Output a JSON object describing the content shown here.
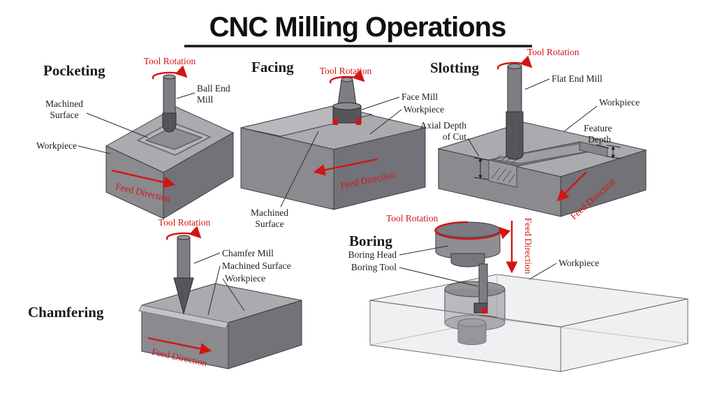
{
  "title": "CNC Milling Operations",
  "colors": {
    "accent_red": "#D41414",
    "ink": "#1B1B1D",
    "block_light": "#ABABAF",
    "block_mid": "#8A8A8F",
    "block_dark": "#727278",
    "tool_gray": "#7D7D83"
  },
  "sections": {
    "pocketing": {
      "heading": "Pocketing",
      "tool_rotation": "Tool Rotation",
      "tool_line1": "Ball End",
      "tool_line2": "Mill",
      "machined_line1": "Machined",
      "machined_line2": "Surface",
      "workpiece": "Workpiece",
      "feed_direction": "Feed Direction"
    },
    "facing": {
      "heading": "Facing",
      "tool_rotation": "Tool Rotation",
      "tool_label": "Face Mill",
      "workpiece": "Workpiece",
      "machined_line1": "Machined",
      "machined_line2": "Surface",
      "feed_direction": "Feed Direction"
    },
    "slotting": {
      "heading": "Slotting",
      "tool_rotation": "Tool Rotation",
      "tool_label": "Flat End Mill",
      "workpiece": "Workpiece",
      "axial_line1": "Axial Depth",
      "axial_line2": "of Cut",
      "feature_line1": "Feature",
      "feature_line2": "Depth",
      "feed_direction": "Feed Direction"
    },
    "chamfering": {
      "heading": "Chamfering",
      "tool_rotation": "Tool Rotation",
      "tool_label": "Chamfer Mill",
      "machined_surface": "Machined Surface",
      "workpiece": "Workpiece",
      "feed_direction": "Feed Direction"
    },
    "boring": {
      "heading": "Boring",
      "tool_rotation": "Tool Rotation",
      "boring_head": "Boring Head",
      "boring_tool": "Boring Tool",
      "workpiece": "Workpiece",
      "feed_direction": "Feed Direction"
    }
  }
}
